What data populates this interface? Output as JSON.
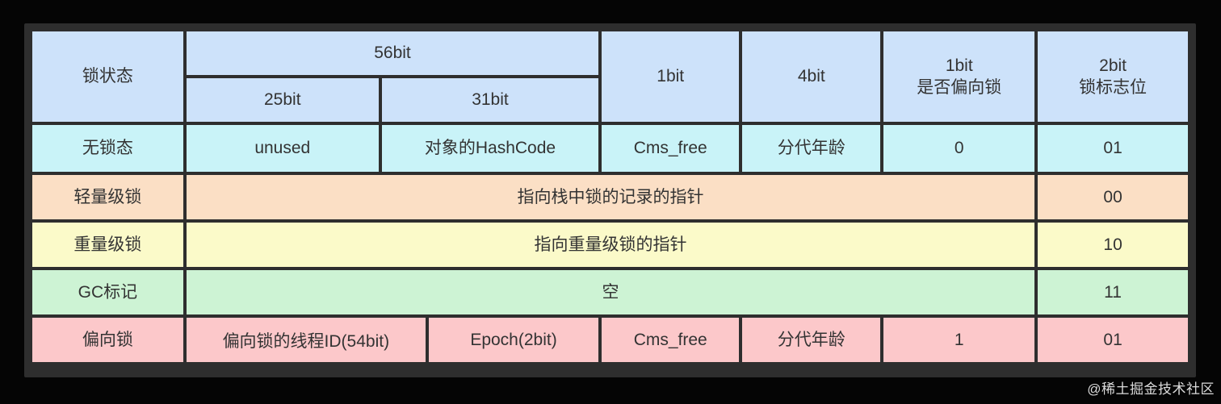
{
  "table": {
    "header": {
      "lock_state": "锁状态",
      "bits56": "56bit",
      "bits25": "25bit",
      "bits31": "31bit",
      "bit1": "1bit",
      "bit4": "4bit",
      "bit1_biased_line1": "1bit",
      "bit1_biased_line2": "是否偏向锁",
      "bit2_flag_line1": "2bit",
      "bit2_flag_line2": "锁标志位"
    },
    "rows": {
      "no_lock": {
        "state": "无锁态",
        "unused": "unused",
        "hashcode": "对象的HashCode",
        "cms_free": "Cms_free",
        "age": "分代年龄",
        "biased_bit": "0",
        "flag": "01"
      },
      "lightweight": {
        "state": "轻量级锁",
        "content": "指向栈中锁的记录的指针",
        "flag": "00"
      },
      "heavyweight": {
        "state": "重量级锁",
        "content": "指向重量级锁的指针",
        "flag": "10"
      },
      "gc_mark": {
        "state": "GC标记",
        "content": "空",
        "flag": "11"
      },
      "biased": {
        "state": "偏向锁",
        "thread_id": "偏向锁的线程ID(54bit)",
        "epoch": "Epoch(2bit)",
        "cms_free": "Cms_free",
        "age": "分代年龄",
        "biased_bit": "1",
        "flag": "01"
      }
    },
    "colors": {
      "header_blue": "#cde2fa",
      "no_lock_cyan": "#c9f3f8",
      "lightweight_peach": "#fbdfc5",
      "heavyweight_yellow": "#fbfac9",
      "gc_green": "#cdf3d4",
      "biased_pink": "#fcc8ca",
      "frame_dark": "#2e2e2e",
      "text": "#333333"
    }
  },
  "watermark": "@稀土掘金技术社区"
}
